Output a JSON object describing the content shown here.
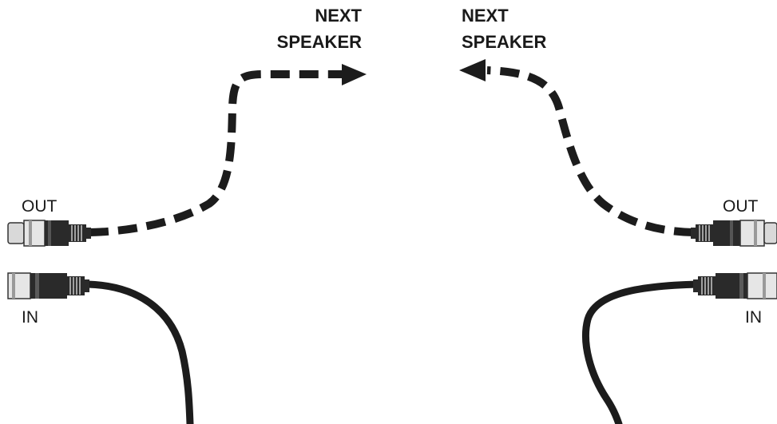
{
  "colors": {
    "cable": "#1c1c1c",
    "connector_dark": "#2a2a2a",
    "connector_light": "#d9d9d9",
    "background": "#ffffff"
  },
  "labels": {
    "left_next_line1": "NEXT",
    "left_next_line2": "SPEAKER",
    "right_next_line1": "NEXT",
    "right_next_line2": "SPEAKER",
    "left_out": "OUT",
    "left_in": "IN",
    "right_out": "OUT",
    "right_in": "IN"
  },
  "icons": {
    "left_out_connector": "xlr-female-connector-icon",
    "left_in_connector": "xlr-male-connector-icon",
    "right_out_connector": "xlr-female-connector-icon",
    "right_in_connector": "xlr-male-connector-icon",
    "arrow_right": "arrow-right-icon",
    "arrow_left": "arrow-left-icon"
  }
}
